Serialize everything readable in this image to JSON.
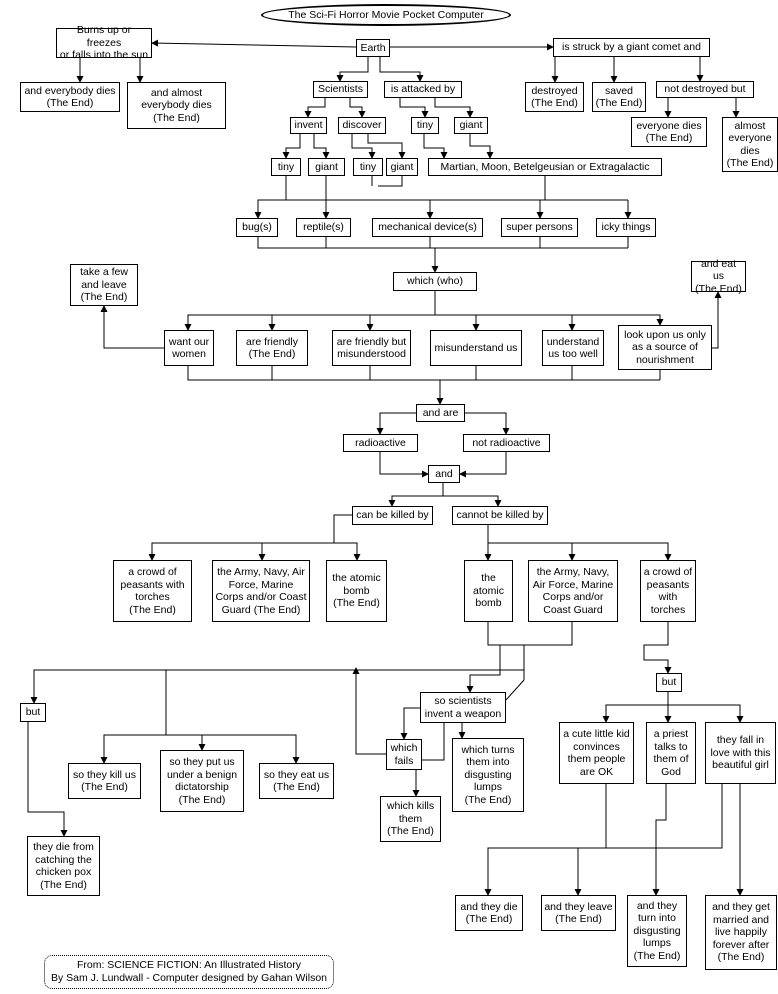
{
  "title": "The Sci-Fi Horror Movie Pocket Computer",
  "nodes": {
    "earth": "Earth",
    "burns": "Burns up or freezes\nor falls into the sun",
    "everybody_dies": "and everybody dies\n(The End)",
    "almost_dies": "and almost\neverybody dies\n(The End)",
    "comet": "is struck by a giant comet and",
    "destroyed": "destroyed\n(The End)",
    "saved": "saved\n(The End)",
    "not_destroyed": "not destroyed but",
    "everyone_dies": "everyone dies\n(The End)",
    "almost_everyone": "almost\neveryone\ndies\n(The End)",
    "scientists": "Scientists",
    "attacked": "is attacked by",
    "invent": "invent",
    "discover": "discover",
    "tiny_a": "tiny",
    "giant_a": "giant",
    "tiny1": "tiny",
    "giant1": "giant",
    "tiny2": "tiny",
    "giant2": "giant",
    "martian": "Martian, Moon, Betelgeusian or Extragalactic",
    "bugs": "bug(s)",
    "reptiles": "reptile(s)",
    "mechanical": "mechanical device(s)",
    "super": "super persons",
    "icky": "icky things",
    "which_who": "which (who)",
    "take_few": "take a few\nand leave\n(The End)",
    "eat_us_top": "and eat us\n(The End)",
    "want_women": "want our\nwomen",
    "friendly": "are friendly\n(The End)",
    "friendly_mis": "are friendly but\nmisunderstood",
    "misunderstand": "misunderstand us",
    "understand": "understand\nus too well",
    "nourishment": "look upon us only\nas a source of\nnourishment",
    "and_are": "and are",
    "radioactive": "radioactive",
    "not_radioactive": "not radioactive",
    "and": "and",
    "can_be_killed": "can be killed by",
    "cannot_be_killed": "cannot be killed by",
    "peasants1": "a crowd of\npeasants with\ntorches\n(The End)",
    "army1": "the Army, Navy, Air\nForce, Marine\nCorps and/or Coast\nGuard (The End)",
    "bomb1": "the atomic\nbomb\n(The End)",
    "bomb2": "the\natomic\nbomb",
    "army2": "the Army, Navy,\nAir Force, Marine\nCorps and/or\nCoast Guard",
    "peasants2": "a crowd of\npeasants\nwith\ntorches",
    "but_left": "but",
    "kill_us": "so they kill us\n(The End)",
    "dictatorship": "so they put us\nunder a benign\ndictatorship\n(The End)",
    "eat_us": "so they eat us\n(The End)",
    "chicken_pox": "they die from\ncatching the\nchicken pox\n(The End)",
    "scientists_weapon": "so scientists\ninvent a weapon",
    "which_fails": "which\nfails",
    "which_kills": "which kills\nthem\n(The End)",
    "which_turns": "which turns\nthem into\ndisgusting\nlumps\n(The End)",
    "but_right": "but",
    "kid": "a cute little kid\nconvinces\nthem people\nare OK",
    "priest": "a priest\ntalks to\nthem of\nGod",
    "fall_love": "they fall in\nlove with this\nbeautiful girl",
    "they_die": "and they die\n(The End)",
    "they_leave": "and they leave\n(The End)",
    "turn_lumps": "and they\nturn into\ndisgusting\nlumps\n(The End)",
    "married": "and they get\nmarried and\nlive happily\nforever after\n(The End)"
  },
  "credit": {
    "line1": "From: SCIENCE FICTION: An Illustrated History",
    "line2": "By Sam J. Lundwall - Computer designed by Gahan Wilson"
  }
}
